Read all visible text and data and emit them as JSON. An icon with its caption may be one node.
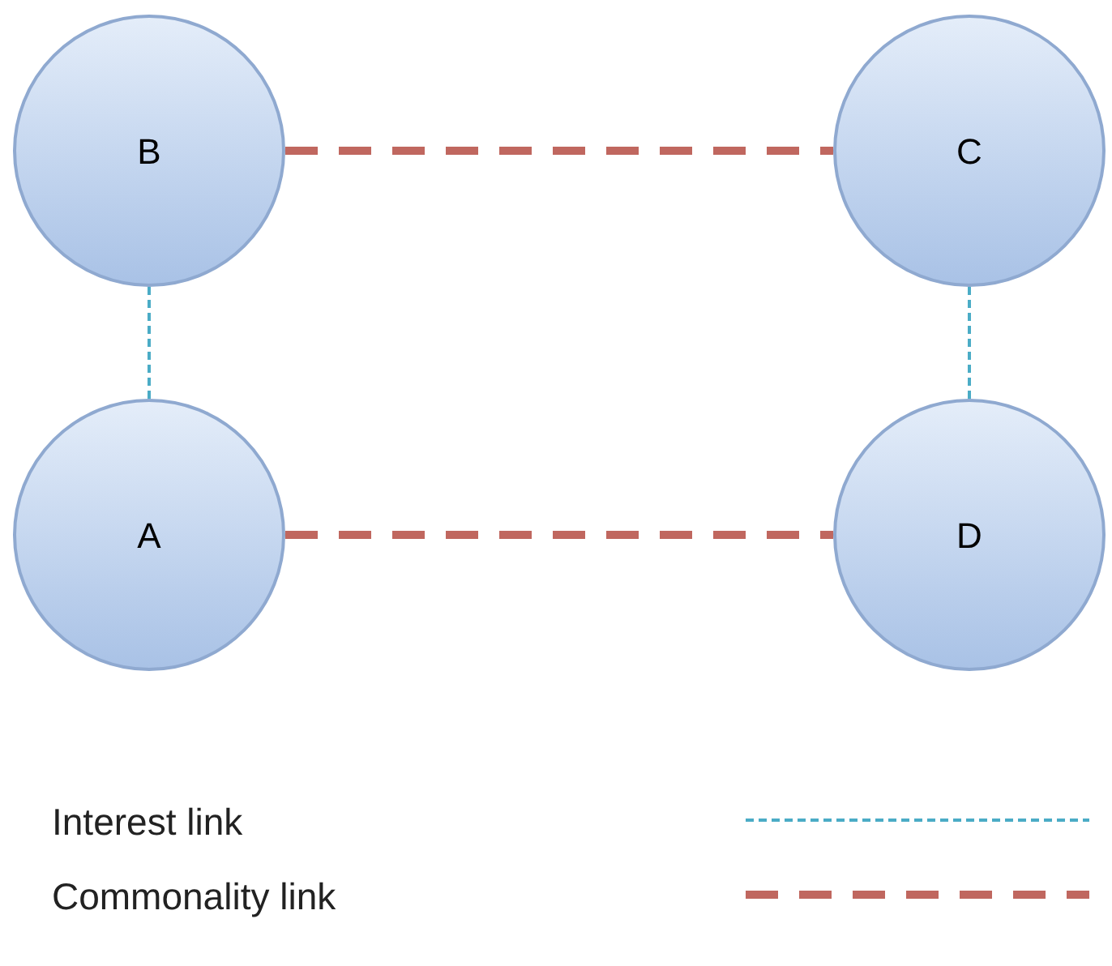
{
  "diagram": {
    "nodes": [
      {
        "text": [
          "B"
        ]
      },
      {
        "text": [
          "C"
        ]
      },
      {
        "text": [
          "A"
        ]
      },
      {
        "text": [
          "D"
        ]
      }
    ],
    "edges": [
      {
        "from": 0,
        "to": 1,
        "arrow": "none",
        "style": "dashed",
        "color": "#c0675f"
      },
      {
        "from": 0,
        "to": 2,
        "arrow": "none",
        "style": "dashed",
        "color": "#4bacc6"
      },
      {
        "from": 1,
        "to": 3,
        "arrow": "none",
        "style": "dashed",
        "color": "#4bacc6"
      },
      {
        "from": 2,
        "to": 3,
        "arrow": "none",
        "style": "dashed",
        "color": "#c0675f"
      }
    ],
    "legend": [
      {
        "text": "Interest link"
      },
      {
        "text": "Commonality link"
      }
    ]
  }
}
